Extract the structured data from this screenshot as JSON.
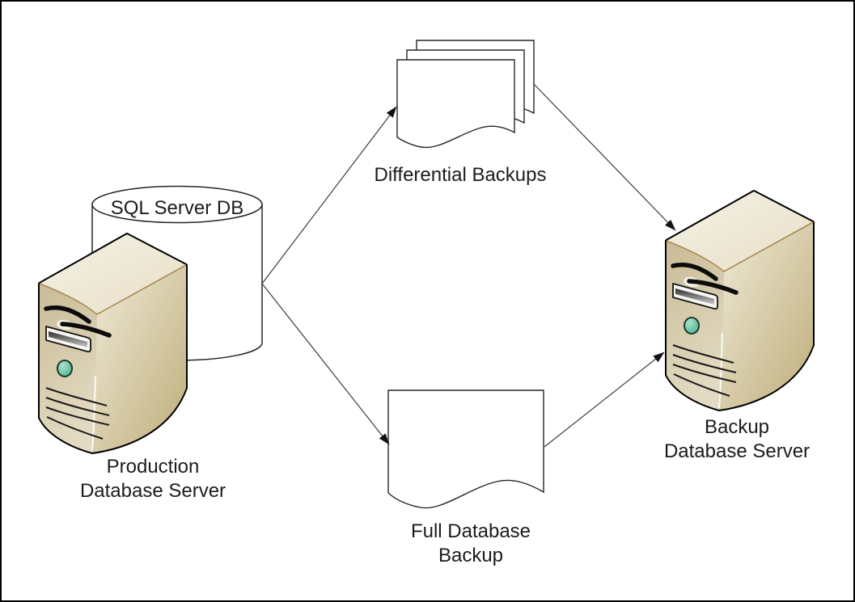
{
  "diagram": {
    "type": "flow-diagram",
    "background": "#ffffff",
    "border_color": "#000000",
    "text_color": "#1c1c1c",
    "nodes": {
      "sql_db": {
        "icon": "database-cylinder-icon",
        "label": "SQL Server DB"
      },
      "production_server": {
        "icon": "server-tower-icon",
        "label": [
          "Production",
          "Database Server"
        ]
      },
      "differential_backups": {
        "icon": "document-stack-icon",
        "label": "Differential Backups"
      },
      "full_backup": {
        "icon": "document-icon",
        "label": [
          "Full Database",
          "Backup"
        ]
      },
      "backup_server": {
        "icon": "server-tower-icon",
        "label": [
          "Backup",
          "Database Server"
        ]
      }
    },
    "edges": [
      {
        "from": "sql_db",
        "to": "differential_backups",
        "style": "arrow"
      },
      {
        "from": "sql_db",
        "to": "full_backup",
        "style": "arrow"
      },
      {
        "from": "differential_backups",
        "to": "backup_server",
        "style": "arrow"
      },
      {
        "from": "full_backup",
        "to": "backup_server",
        "style": "arrow"
      }
    ],
    "colors": {
      "server_front": "#d2c5a3",
      "server_side_light": "#f0ead8",
      "server_side_dark": "#bfae7b",
      "server_top": "#f1ecdd",
      "power_button": "#5ec2a0",
      "shape_fill": "#ffffff",
      "line": "#000000"
    }
  }
}
